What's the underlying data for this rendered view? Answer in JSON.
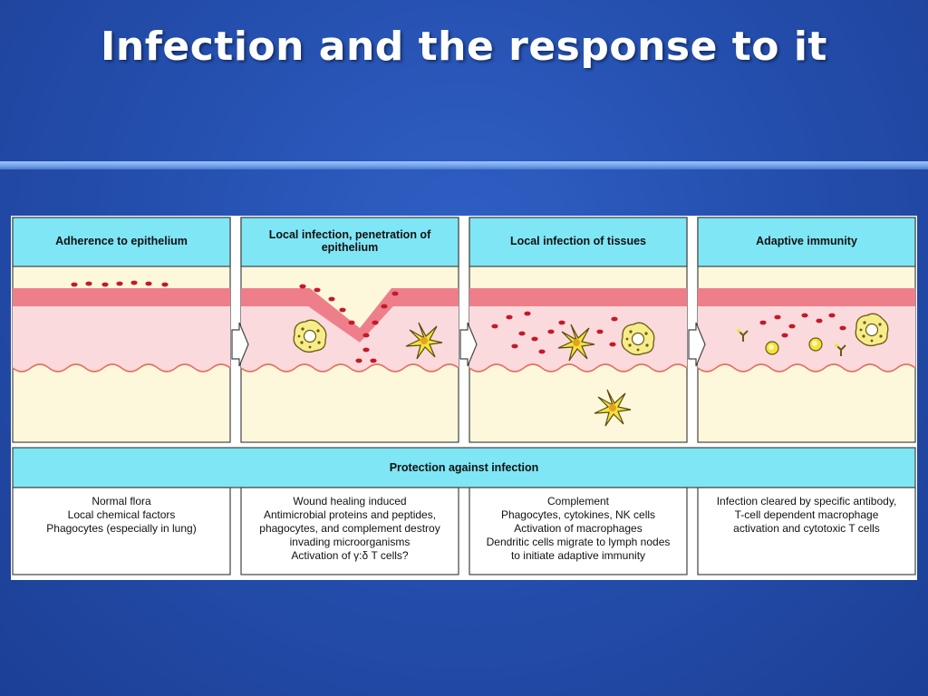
{
  "slide": {
    "title": "Infection and the response to it"
  },
  "diagram": {
    "stages": [
      {
        "title": "Adherence to epithelium"
      },
      {
        "title": "Local infection, penetration of epithelium"
      },
      {
        "title": "Local infection of tissues"
      },
      {
        "title": "Adaptive immunity"
      }
    ],
    "protection_header": "Protection against infection",
    "protections": [
      {
        "lines": [
          "Normal flora",
          "Local chemical factors",
          "Phagocytes (especially in lung)"
        ]
      },
      {
        "lines": [
          "Wound healing induced",
          "Antimicrobial proteins and peptides,",
          "phagocytes, and complement destroy",
          "invading microorganisms",
          "Activation of γ:δ T cells?"
        ]
      },
      {
        "lines": [
          "Complement",
          "Phagocytes, cytokines, NK cells",
          "Activation of macrophages",
          "Dendritic cells migrate to lymph nodes",
          "to initiate adaptive immunity"
        ]
      },
      {
        "lines": [
          "Infection cleared by specific antibody,",
          "T-cell dependent macrophage",
          "activation and cytotoxic T cells"
        ]
      }
    ],
    "colors": {
      "header_cyan": "#7fe6f5",
      "epithelium": "#ee7f8a",
      "tissue": "#fbdadd",
      "lower_tissue": "#fdf8dc",
      "bacteria": "#c21a2a",
      "cell_yellow": "#f3e23c"
    }
  }
}
